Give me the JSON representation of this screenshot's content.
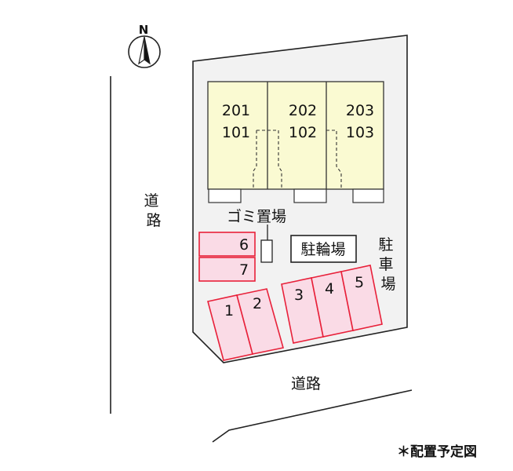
{
  "compass": {
    "label": "N",
    "icon": "north-arrow-icon"
  },
  "building": {
    "units": [
      {
        "upper": "201",
        "lower": "101"
      },
      {
        "upper": "202",
        "lower": "102"
      },
      {
        "upper": "203",
        "lower": "103"
      }
    ]
  },
  "labels": {
    "road_west": "道路",
    "road_south": "道路",
    "garbage": "ゴミ置場",
    "bicycle": "駐輪場",
    "parking": "駐車場",
    "note": "＊配置予定図"
  },
  "parking_spaces": [
    "1",
    "2",
    "3",
    "4",
    "5",
    "6",
    "7"
  ],
  "colors": {
    "building_fill": "#fafad2",
    "lot_fill": "#f2f2f2",
    "parking_fill": "#fadbe6",
    "parking_stroke": "#e8213a",
    "line": "#222222"
  }
}
